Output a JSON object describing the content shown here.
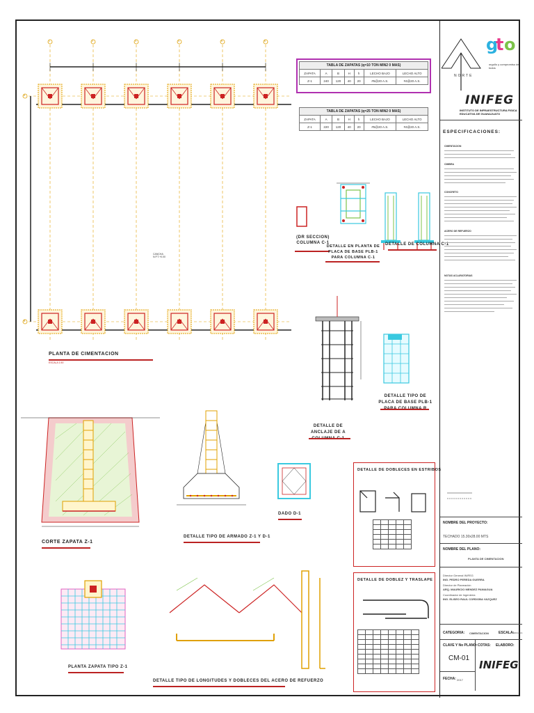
{
  "zapata_tables": [
    {
      "title": "TABLA DE ZAPATAS (q=10 TON MIN2 0 MAS)",
      "headers": [
        "ZAPATA",
        "A",
        "B",
        "H",
        "h",
        "LECHO BAJO",
        "LECHO ALTO"
      ],
      "row": [
        "Z-1",
        "240",
        "120",
        "40",
        "20",
        "#5@20 A.S.",
        "#4@20 A.S."
      ]
    },
    {
      "title": "TABLA DE ZAPATAS (q=25 TON MIN2 0 MAS)",
      "headers": [
        "ZAPATA",
        "A",
        "B",
        "H",
        "h",
        "LECHO BAJO",
        "LECHO ALTO"
      ],
      "row": [
        "Z-1",
        "220",
        "120",
        "40",
        "20",
        "#5@20 A.S.",
        "#4@20 A.S."
      ]
    }
  ],
  "grid_labels": {
    "columns": [
      "1",
      "2",
      "3",
      "4",
      "5",
      "6"
    ],
    "rows": [
      "A",
      "B"
    ]
  },
  "plan_center_note": "CANCHA N.P.T.+0.00",
  "detail_labels": {
    "planta_cimentacion": "PLANTA DE CIMENTACION",
    "seccion_columna": "(DR SECCION) COLUMNA C-1",
    "placa_base": "DETALLE EN PLANTA DE PLACA DE BASE PLB-1 PARA COLUMNA C-1",
    "detalle_columna": "DETALLE DE COLUMNA C-1",
    "anclaje": "DETALLE DE ANCLAJE DE A COLUMNA C-1",
    "tipo_placa": "DETALLE TIPO DE PLACA DE BASE PLB-1 PARA COLUMNA R",
    "corte_zapata": "CORTE ZAPATA Z-1",
    "armado": "DETALLE TIPO DE ARMADO Z-1 Y D-1",
    "dado": "DADO D-1",
    "dobleces_estribos": "DETALLE DE DOBLECES EN ESTRIBOS",
    "doblez_traslape": "DETALLE DE DOBLEZ Y TRASLAPE",
    "planta_zapata": "PLANTA ZAPATA TIPO Z-1",
    "longitudes": "DETALLE TIPO DE LONGITUDES Y DOBLECES DEL ACERO DE REFUERZO"
  },
  "scale_note": "ESCALA 1:50",
  "north_label": "NORTE",
  "logo": {
    "gto": "gto",
    "tagline": "orgullo y compromiso de todos",
    "inifeg": "INIFEG",
    "inifeg_full": "INSTITUTO DE INFRAESTRUCTURA FISICA EDUCATIVA DE GUANAJUATO"
  },
  "specs": {
    "title": "ESPECIFICACIONES:",
    "sections": [
      "CIMENTACION",
      "CIMBRA",
      "CONCRETO",
      "ACERO DE REFUERZO",
      "NOTAS ACLARATORIAS"
    ]
  },
  "title_block": {
    "proyecto_label": "NOMBRE DEL PROYECTO:",
    "proyecto_value": "TECHADO 15.30x28.00 MTS",
    "plano_label": "NOMBRE DEL PLANO:",
    "plano_value": "PLANTA DE CIMENTACION",
    "firma_1_role": "Director General INIFEG",
    "firma_1_name": "ING. PEDRO PEREDA GUERRA",
    "firma_2_role": "Director de Planeación",
    "firma_2_name": "ARQ. MAURICIO MENDEZ PANIAGUA",
    "firma_3_role": "Coordinador de Ingeniería",
    "firma_3_name": "ING. ELISEO RAUL CORDOBA VAZQUEZ",
    "categoria_label": "CATEGORIA:",
    "categoria_value": "CIMENTACION",
    "escala_label": "ESCALA:",
    "escala_value": "INDICADA",
    "clave_label": "CLAVE Y No PLANO:",
    "cotas_label": "COTAS:",
    "elaboro_label": "ELABORO:",
    "plano_num": "CM-01",
    "fecha_label": "FECHA:",
    "fecha_value": "2017"
  },
  "colors": {
    "red": "#cc2222",
    "orange": "#e8a000",
    "green": "#7cc34a",
    "cyan": "#39c9e0",
    "magenta": "#b030b0"
  }
}
